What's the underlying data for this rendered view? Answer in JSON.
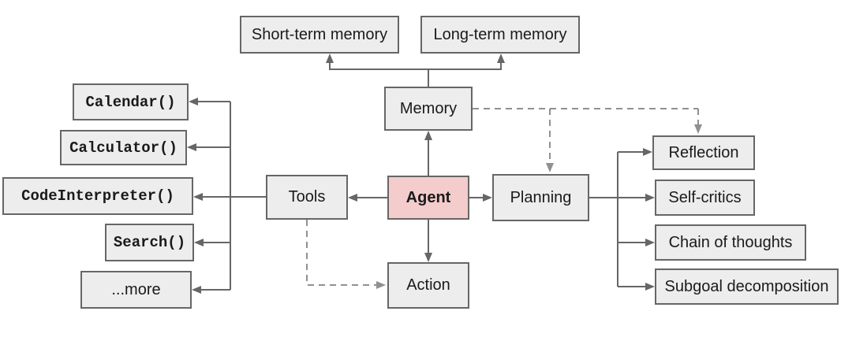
{
  "colors": {
    "box_fill": "#ededed",
    "box_border": "#666666",
    "agent_fill": "#f4cccc",
    "solid_line": "#666666",
    "dashed_line": "#909090",
    "text": "#1a1a1a",
    "background": "#ffffff"
  },
  "nodes": {
    "short_term_memory": {
      "label": "Short-term memory"
    },
    "long_term_memory": {
      "label": "Long-term memory"
    },
    "memory": {
      "label": "Memory"
    },
    "agent": {
      "label": "Agent"
    },
    "tools": {
      "label": "Tools"
    },
    "planning": {
      "label": "Planning"
    },
    "action": {
      "label": "Action"
    },
    "calendar": {
      "label": "Calendar()"
    },
    "calculator": {
      "label": "Calculator()"
    },
    "code_interpreter": {
      "label": "CodeInterpreter()"
    },
    "search": {
      "label": "Search()"
    },
    "more": {
      "label": "...more"
    },
    "reflection": {
      "label": "Reflection"
    },
    "self_critics": {
      "label": "Self-critics"
    },
    "chain_of_thoughts": {
      "label": "Chain of thoughts"
    },
    "subgoal_decomposition": {
      "label": "Subgoal decomposition"
    }
  },
  "edges": [
    {
      "from": "memory",
      "to": "short_term_memory",
      "style": "solid-arrow"
    },
    {
      "from": "memory",
      "to": "long_term_memory",
      "style": "solid-arrow"
    },
    {
      "from": "agent",
      "to": "memory",
      "style": "solid-arrow"
    },
    {
      "from": "agent",
      "to": "tools",
      "style": "solid-arrow"
    },
    {
      "from": "agent",
      "to": "planning",
      "style": "solid-arrow"
    },
    {
      "from": "agent",
      "to": "action",
      "style": "solid-arrow"
    },
    {
      "from": "tools",
      "to": "calendar",
      "style": "solid-arrow"
    },
    {
      "from": "tools",
      "to": "calculator",
      "style": "solid-arrow"
    },
    {
      "from": "tools",
      "to": "code_interpreter",
      "style": "solid-arrow"
    },
    {
      "from": "tools",
      "to": "search",
      "style": "solid-arrow"
    },
    {
      "from": "tools",
      "to": "more",
      "style": "solid-arrow"
    },
    {
      "from": "planning",
      "to": "reflection",
      "style": "solid-arrow"
    },
    {
      "from": "planning",
      "to": "self_critics",
      "style": "solid-arrow"
    },
    {
      "from": "planning",
      "to": "chain_of_thoughts",
      "style": "solid-arrow"
    },
    {
      "from": "planning",
      "to": "subgoal_decomposition",
      "style": "solid-arrow"
    },
    {
      "from": "memory",
      "to": "planning",
      "style": "dashed-arrow"
    },
    {
      "from": "memory",
      "to": "reflection",
      "style": "dashed-arrow"
    },
    {
      "from": "tools",
      "to": "action",
      "style": "dashed-arrow"
    }
  ]
}
